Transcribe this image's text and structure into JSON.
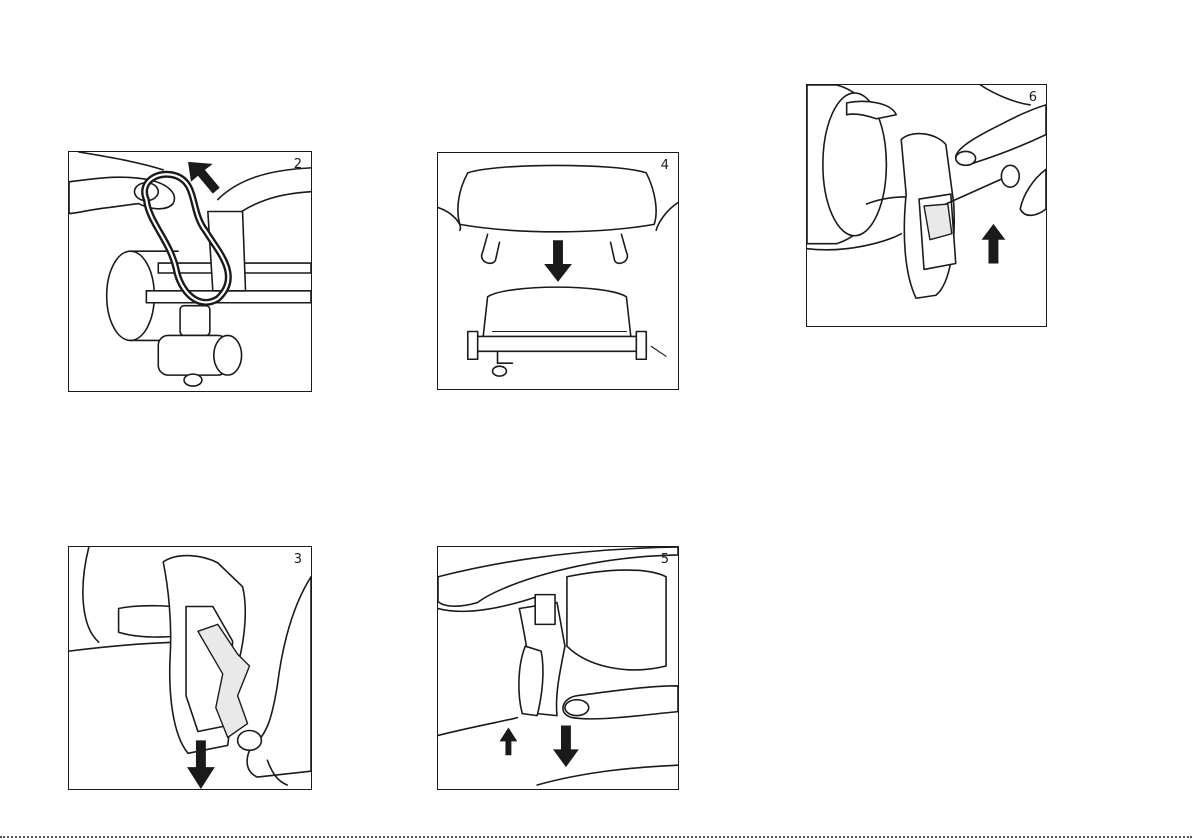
{
  "steps": {
    "s2": "2",
    "s3": "3",
    "s4": "4",
    "s5": "5",
    "s6": "6"
  }
}
